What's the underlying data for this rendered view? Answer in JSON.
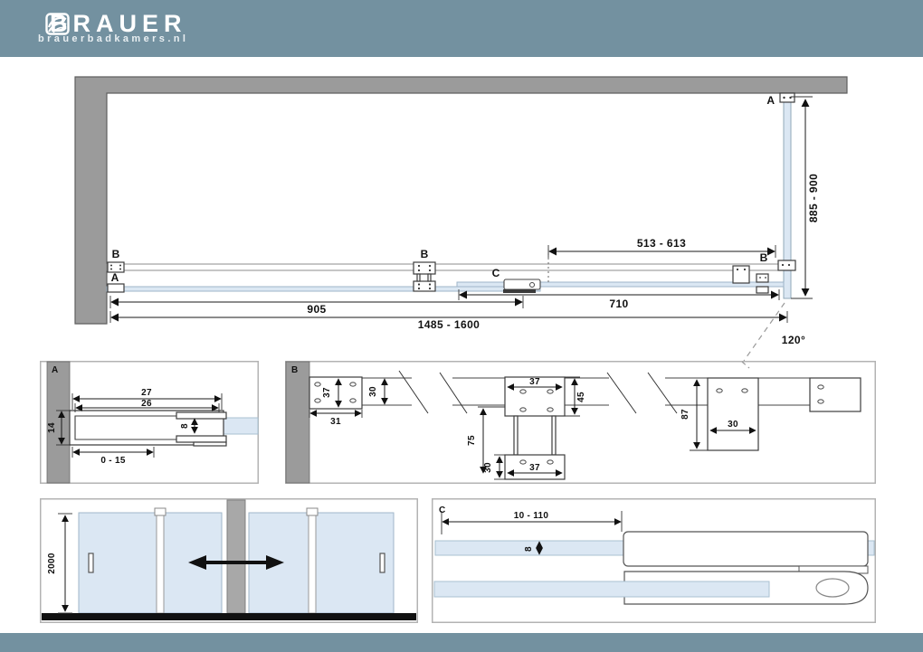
{
  "header": {
    "brand": "BRAUER",
    "domain": "brauerbadkamers.nl"
  },
  "plan": {
    "label_b_left": "B",
    "label_a_left": "A",
    "label_b_mid": "B",
    "label_c": "C",
    "label_b_right": "B",
    "label_a_right": "A",
    "dim_side_height": "885 - 900",
    "dim_fixed_top": "513 - 613",
    "dim_door_right": "710",
    "dim_door_left": "905",
    "dim_total_width": "1485 - 1600",
    "angle": "120°"
  },
  "detail_a": {
    "label": "A",
    "dim_outer_depth": "27",
    "dim_inner_depth": "26",
    "dim_profile_height": "14",
    "dim_glass_thickness": "8",
    "dim_adjustment": "0 - 15"
  },
  "detail_b": {
    "label": "B",
    "dim_wall_plate_height": "37",
    "dim_wall_plate_width": "31",
    "dim_rail_height": "30",
    "dim_mid_plate_width": "37",
    "dim_mid_plate_height": "45",
    "dim_drop": "75",
    "dim_bottom_plate_height": "30",
    "dim_bottom_plate_width": "37",
    "dim_corner_height": "87",
    "dim_corner_width": "30"
  },
  "front_view": {
    "dim_height": "2000"
  },
  "detail_c": {
    "label": "C",
    "dim_adjust_range": "10 - 110",
    "dim_glass_thickness": "8"
  },
  "colors": {
    "brand_bar": "#7391a0",
    "wall_gray": "#9b9b9b",
    "glass_blue": "#dbe7f3",
    "floor_black": "#111111",
    "line_dark": "#1a1a1a"
  }
}
